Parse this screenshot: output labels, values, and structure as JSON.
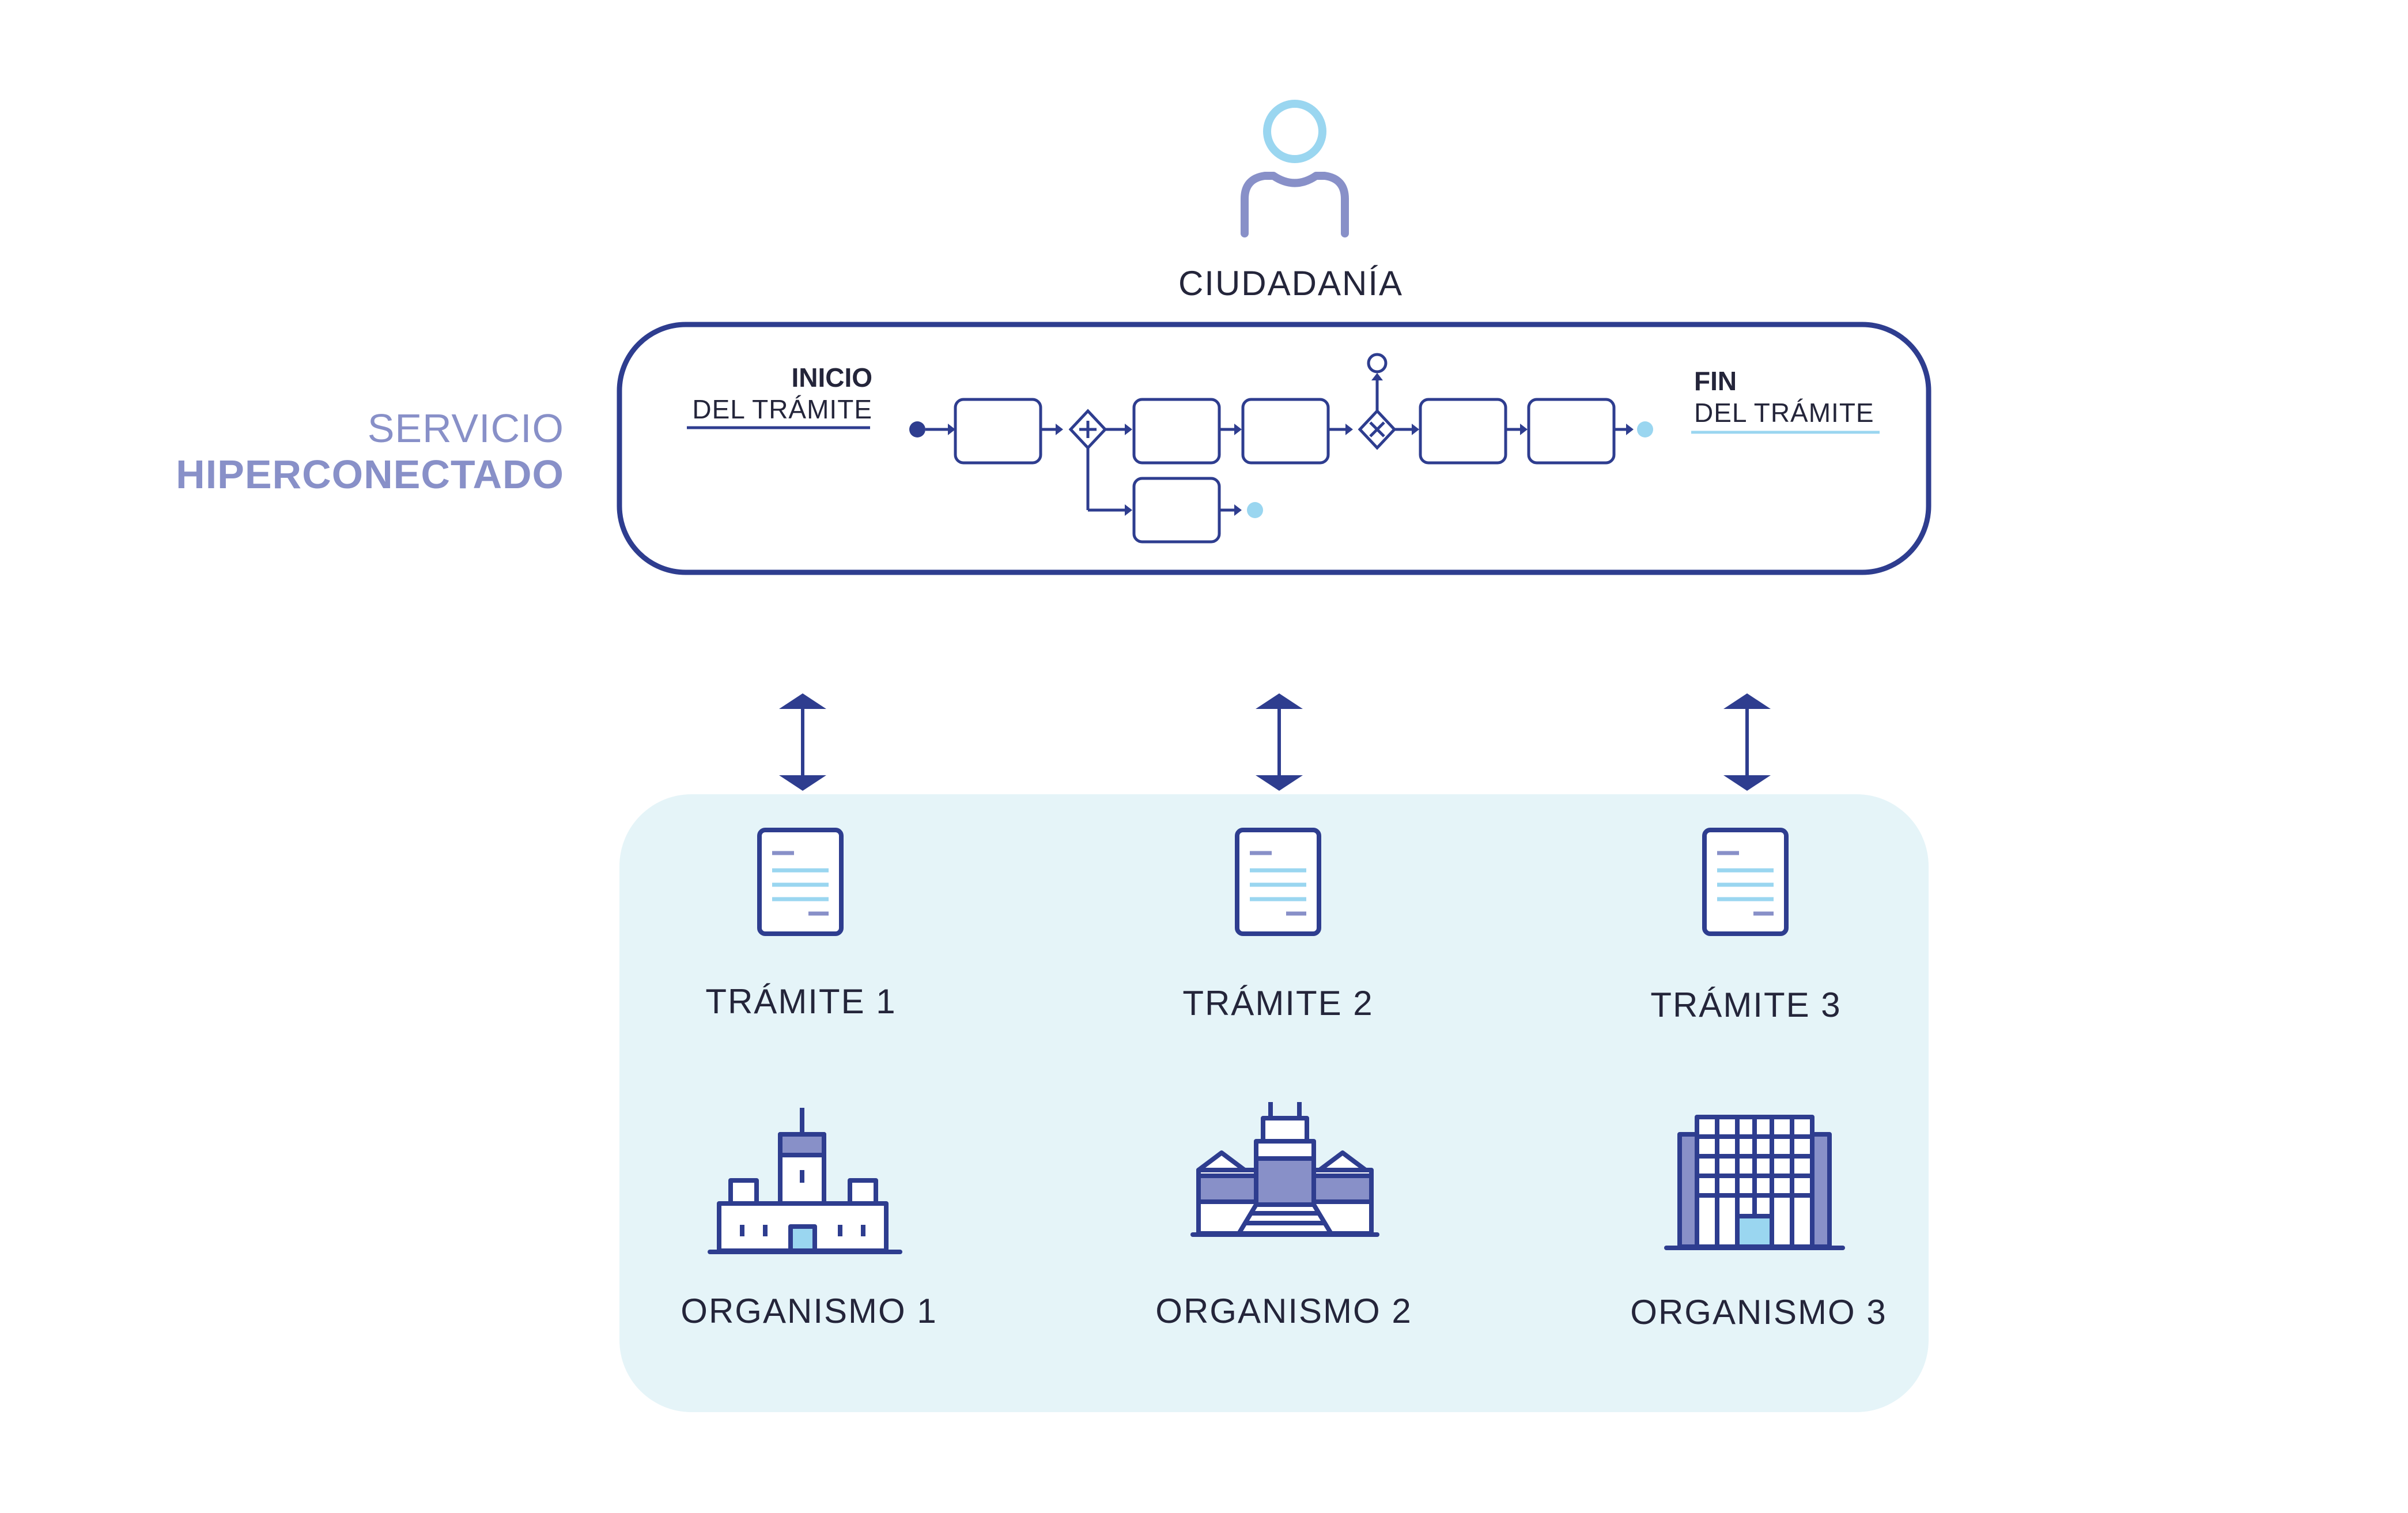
{
  "citizen": {
    "label": "CIUDADANÍA"
  },
  "service": {
    "line1": "SERVICIO",
    "line2": "HIPERCONECTADO"
  },
  "process_start": {
    "title": "INICIO",
    "subtitle": "DEL TRÁMITE"
  },
  "process_end": {
    "title": "FIN",
    "subtitle": "DEL TRÁMITE"
  },
  "procedures": [
    {
      "label": "TRÁMITE 1"
    },
    {
      "label": "TRÁMITE 2"
    },
    {
      "label": "TRÁMITE 3"
    }
  ],
  "organisms": [
    {
      "label": "ORGANISMO 1"
    },
    {
      "label": "ORGANISMO 2"
    },
    {
      "label": "ORGANISMO 3"
    }
  ],
  "colors": {
    "navy": "#2e3d8f",
    "light_blue": "#9ad6f0",
    "lavender": "#8890c8",
    "panel_bg": "#e5f4f8",
    "text": "#24253a"
  },
  "icons": [
    "person-icon",
    "document-icon",
    "castle-building-icon",
    "palace-building-icon",
    "office-tower-icon",
    "double-arrow-icon"
  ]
}
